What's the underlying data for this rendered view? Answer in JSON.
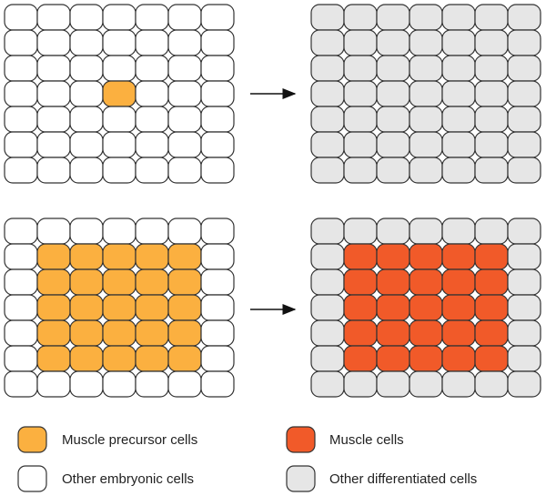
{
  "colors": {
    "precursor": "#FBB040",
    "muscle": "#F15A29",
    "embryonic": "#FFFFFF",
    "differentiated": "#E6E6E6",
    "stroke": "#333333"
  },
  "panels": [
    {
      "name": "top-left-grid",
      "rows": 7,
      "cols": 7,
      "base": "embryonic",
      "highlight": "precursor",
      "highlight_cells": [
        [
          3,
          3
        ]
      ]
    },
    {
      "name": "top-right-grid",
      "rows": 7,
      "cols": 7,
      "base": "differentiated",
      "highlight": "muscle",
      "highlight_cells": []
    },
    {
      "name": "bottom-left-grid",
      "rows": 7,
      "cols": 7,
      "base": "embryonic",
      "highlight": "precursor",
      "highlight_block": [
        1,
        1,
        5,
        5
      ]
    },
    {
      "name": "bottom-right-grid",
      "rows": 7,
      "cols": 7,
      "base": "differentiated",
      "highlight": "muscle",
      "highlight_block": [
        1,
        1,
        5,
        5
      ]
    }
  ],
  "legend": [
    {
      "label": "Muscle precursor cells",
      "color": "precursor"
    },
    {
      "label": "Other embryonic cells",
      "color": "embryonic"
    },
    {
      "label": "Muscle cells",
      "color": "muscle"
    },
    {
      "label": "Other differentiated cells",
      "color": "differentiated"
    }
  ]
}
